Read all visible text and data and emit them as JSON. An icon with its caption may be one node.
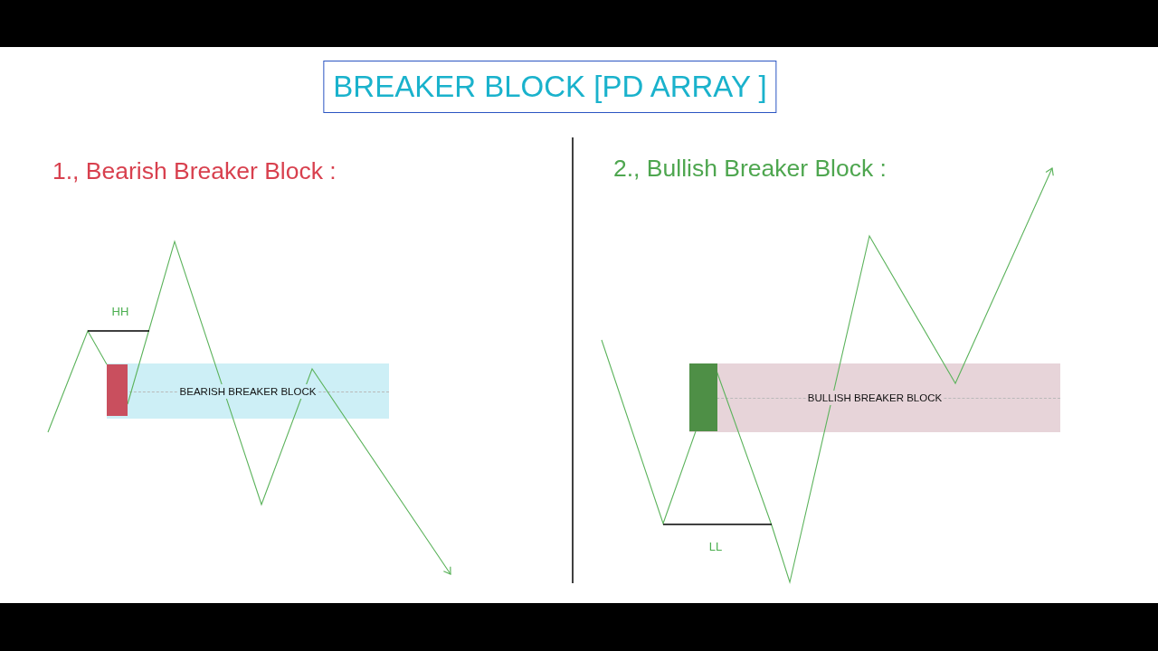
{
  "diagram": {
    "title": "BREAKER BLOCK [PD ARRAY ]",
    "nodes": [
      {
        "text": [
          "BEARISH BREAKER BLOCK"
        ]
      },
      {
        "text": [],
        "shape": "bar",
        "in": 0
      },
      {
        "text": [
          "BULLISH BREAKER BLOCK"
        ]
      },
      {
        "text": [],
        "shape": "bar",
        "in": 2
      }
    ],
    "labels": [
      "1., Bearish Breaker Block :",
      "HH",
      "2., Bullish Breaker Block :",
      "LL"
    ]
  }
}
